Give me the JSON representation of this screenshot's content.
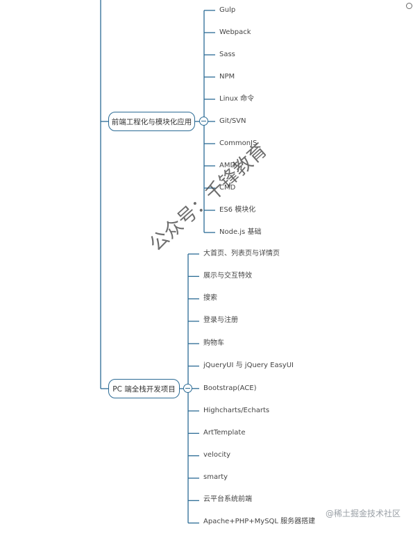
{
  "colors": {
    "line": "#2a6a94",
    "text": "#444444",
    "credit": "#9aa0a6"
  },
  "groups": [
    {
      "title": "前端工程化与模块化应用",
      "items": [
        "Gulp",
        "Webpack",
        "Sass",
        "NPM",
        "Linux 命令",
        "Git/SVN",
        "CommonJS",
        "AMD",
        "CMD",
        "ES6 模块化",
        "Node.js 基础"
      ]
    },
    {
      "title": "PC 端全栈开发项目",
      "items": [
        "大首页、列表页与详情页",
        "展示与交互特效",
        "搜索",
        "登录与注册",
        "购物车",
        "jQueryUI 与 jQuery EasyUI",
        "Bootstrap(ACE)",
        "Highcharts/Echarts",
        "ArtTemplate",
        "velocity",
        "smarty",
        "云平台系统前端",
        "Apache+PHP+MySQL 服务器搭建"
      ]
    }
  ],
  "watermark": "公众号：千锋教育",
  "credit": "@稀土掘金技术社区",
  "icons": {
    "collapse": "minus-circle-icon",
    "corner": "circle-icon"
  }
}
